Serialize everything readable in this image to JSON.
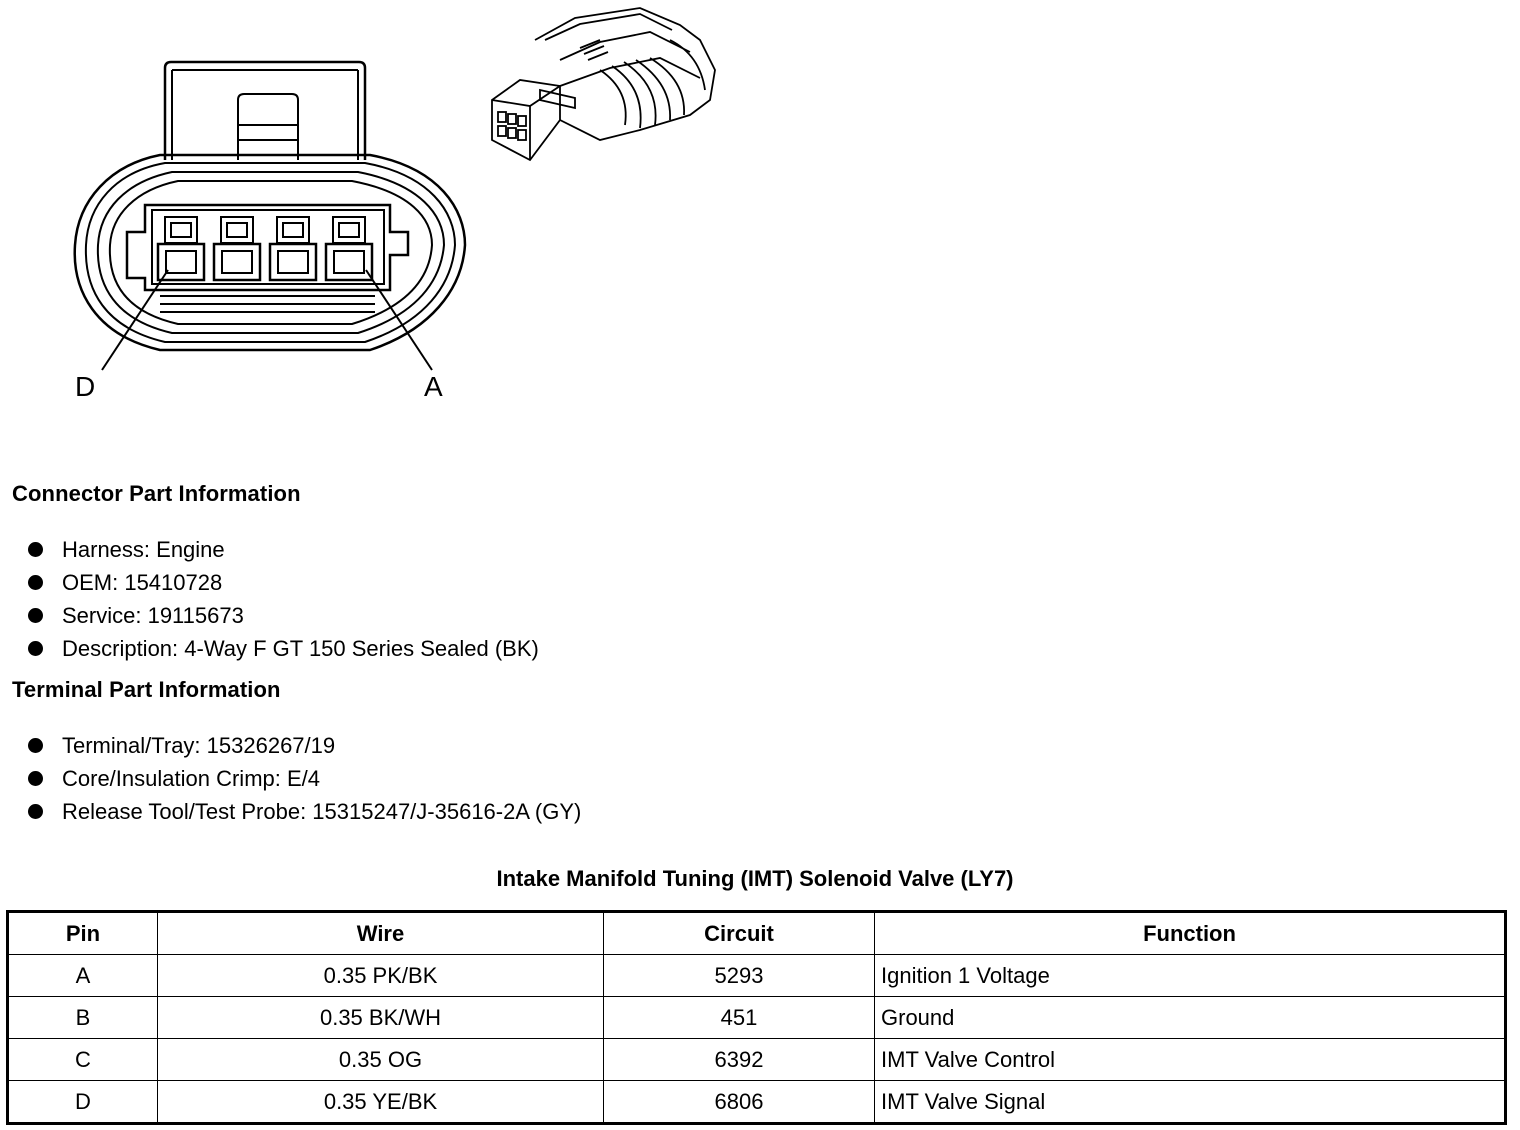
{
  "diagram": {
    "label_left": "D",
    "label_right": "A"
  },
  "connector_info": {
    "heading": "Connector Part Information",
    "items": [
      "Harness: Engine",
      "OEM: 15410728",
      "Service: 19115673",
      "Description: 4-Way F GT 150 Series Sealed (BK)"
    ]
  },
  "terminal_info": {
    "heading": "Terminal Part Information",
    "items": [
      "Terminal/Tray: 15326267/19",
      "Core/Insulation Crimp: E/4",
      "Release Tool/Test Probe: 15315247/J-35616-2A (GY)"
    ]
  },
  "table": {
    "title": "Intake Manifold Tuning (IMT) Solenoid Valve (LY7)",
    "headers": [
      "Pin",
      "Wire",
      "Circuit",
      "Function"
    ],
    "rows": [
      [
        "A",
        "0.35 PK/BK",
        "5293",
        "Ignition 1 Voltage"
      ],
      [
        "B",
        "0.35 BK/WH",
        "451",
        "Ground"
      ],
      [
        "C",
        "0.35 OG",
        "6392",
        "IMT Valve Control"
      ],
      [
        "D",
        "0.35 YE/BK",
        "6806",
        "IMT Valve Signal"
      ]
    ]
  }
}
